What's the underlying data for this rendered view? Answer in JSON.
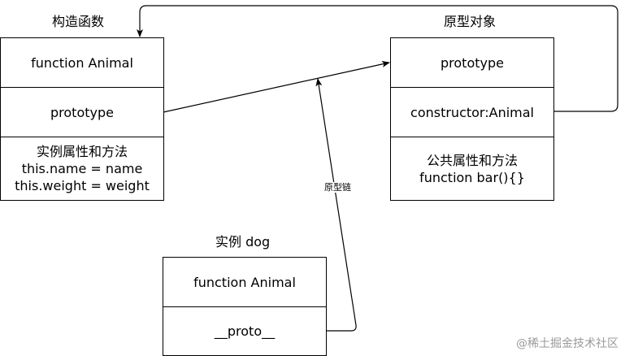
{
  "constructor_box": {
    "title": "构造函数",
    "row1": "function Animal",
    "row2": "prototype",
    "row3": [
      "实例属性和方法",
      "this.name = name",
      "this.weight = weight"
    ]
  },
  "prototype_box": {
    "title": "原型对象",
    "row1": "prototype",
    "row2": "constructor:Animal",
    "row3": [
      "公共属性和方法",
      "function bar(){}"
    ]
  },
  "instance_box": {
    "title": "实例 dog",
    "row1": "function Animal",
    "row2": "__proto__"
  },
  "edges": {
    "proto_chain_label": "原型链"
  },
  "watermark": "@稀土掘金技术社区"
}
